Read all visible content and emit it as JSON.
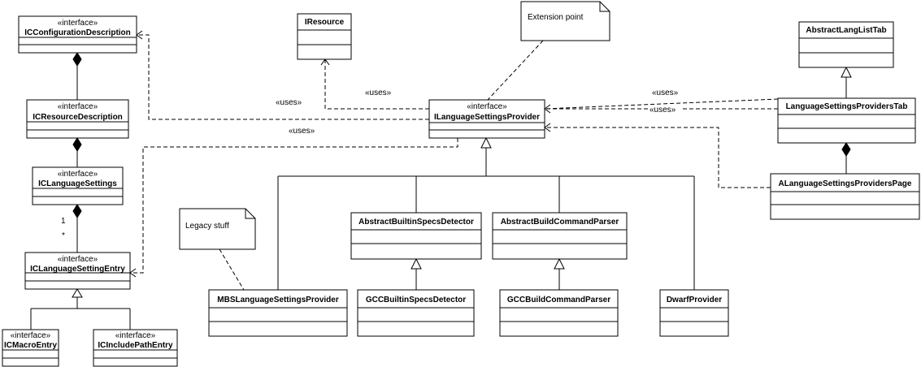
{
  "stereotypes": {
    "interface": "«interface»",
    "uses": "«uses»"
  },
  "classes": {
    "configDesc": {
      "name": "ICConfigurationDescription",
      "stereotype": "«interface»"
    },
    "resDesc": {
      "name": "ICResourceDescription",
      "stereotype": "«interface»"
    },
    "langSettings": {
      "name": "ICLanguageSettings",
      "stereotype": "«interface»"
    },
    "settingEntry": {
      "name": "ICLanguageSettingEntry",
      "stereotype": "«interface»"
    },
    "macroEntry": {
      "name": "ICMacroEntry",
      "stereotype": "«interface»"
    },
    "includeEntry": {
      "name": "ICIncludePathEntry",
      "stereotype": "«interface»"
    },
    "iresource": {
      "name": "IResource"
    },
    "provider": {
      "name": "ILanguageSettingsProvider",
      "stereotype": "«interface»"
    },
    "langListTab": {
      "name": "AbstractLangListTab"
    },
    "providersTab": {
      "name": "LanguageSettingsProvidersTab"
    },
    "providersPage": {
      "name": "ALanguageSettingsProvidersPage"
    },
    "builtinDetector": {
      "name": "AbstractBuiltinSpecsDetector"
    },
    "buildParser": {
      "name": "AbstractBuildCommandParser"
    },
    "mbsProvider": {
      "name": "MBSLanguageSettingsProvider"
    },
    "gccDetector": {
      "name": "GCCBuiltinSpecsDetector"
    },
    "gccParser": {
      "name": "GCCBuildCommandParser"
    },
    "dwarf": {
      "name": "DwarfProvider"
    }
  },
  "notes": {
    "extension": "Extension point",
    "legacy": "Legacy stuff"
  },
  "multiplicity": {
    "one": "1",
    "many": "*"
  },
  "colors": {
    "line": "#000000",
    "background": "#ffffff"
  }
}
